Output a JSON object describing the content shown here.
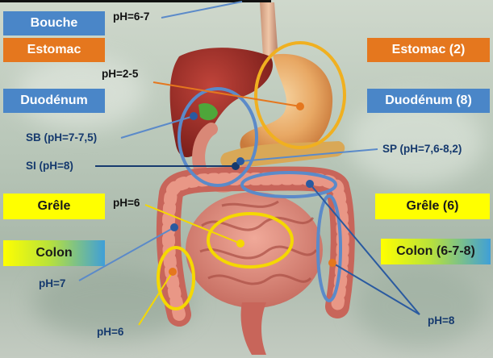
{
  "labels_left": {
    "bouche": "Bouche",
    "estomac": "Estomac",
    "duodenum": "Duodénum",
    "grele": "Grêle",
    "colon": "Colon"
  },
  "labels_right": {
    "estomac": "Estomac (2)",
    "duodenum": "Duodénum (8)",
    "grele": "Grêle (6)",
    "colon": "Colon (6-7-8)"
  },
  "annotations": {
    "ph_mouth": "pH=6-7",
    "ph_stomach": "pH=2-5",
    "sb": "SB  (pH=7-7,5)",
    "si": "SI (pH=8)",
    "sp": "SP (pH=7,6-8,2)",
    "ph_small": "pH=6",
    "ph_colon_left": "pH=7",
    "ph_colon_lower": "pH=6",
    "ph_colon_right": "pH=8"
  },
  "colors": {
    "blue_label": "#4a86c8",
    "orange_label": "#e5771e",
    "yellow_label": "#ffff00",
    "blue_ellipse": "#5b8ac9",
    "yellow_ellipse": "#f5d800",
    "orange_ellipse": "#f0b020"
  }
}
